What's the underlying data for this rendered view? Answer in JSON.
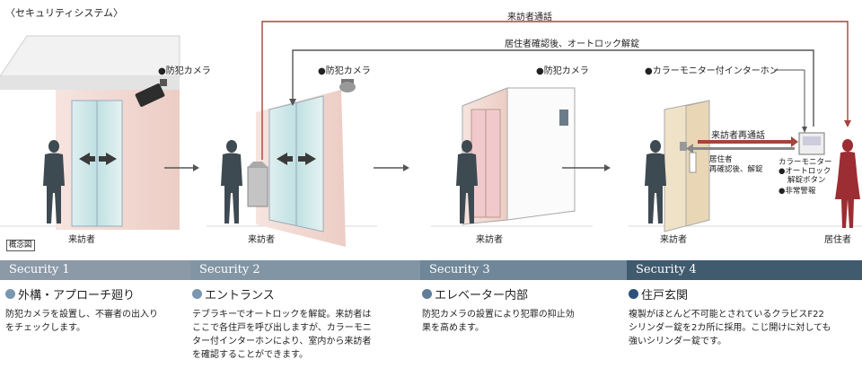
{
  "title": "〈セキュリティシステム〉",
  "concept_badge": "概念図",
  "camera_labels": [
    "●防犯カメラ",
    "●防犯カメラ",
    "●防犯カメラ"
  ],
  "intercom_label": "●カラーモニター付インターホン",
  "visitor_labels": [
    "来訪者",
    "来訪者",
    "来訪者",
    "来訪者"
  ],
  "resident_label": "居住者",
  "flows": {
    "call": "来訪者通話",
    "unlock": "居住者確認後、オートロック解錠",
    "recall": "来訪者再通話",
    "resident_unlock_1": "居住者",
    "resident_unlock_2": "再確認後、解錠"
  },
  "monitor": {
    "title": "カラーモニター",
    "item1a": "●オートロック",
    "item1b": "解錠ボタン",
    "item2": "●非常警報"
  },
  "colors": {
    "band1": "#8c9aa8",
    "band2": "#8295a4",
    "band3": "#6f8799",
    "band4": "#405a6e",
    "dot1": "#7b96b0",
    "dot2": "#7b96b0",
    "dot3": "#5f7d98",
    "dot4": "#2d5278",
    "arrow_red": "#a5443a",
    "arrow_gray": "#555"
  },
  "sections": [
    {
      "band": "Security 1",
      "heading": "外構・アプローチ廻り",
      "lines": [
        "防犯カメラを設置し、不審者の出入り",
        "をチェックします。"
      ]
    },
    {
      "band": "Security 2",
      "heading": "エントランス",
      "lines": [
        "テブラキーでオートロックを解錠。来訪者は",
        "ここで各住戸を呼び出しますが、カラーモニ",
        "ター付インターホンにより、室内から来訪者",
        "を確認することができます。"
      ]
    },
    {
      "band": "Security 3",
      "heading": "エレベーター内部",
      "lines": [
        "防犯カメラの設置により犯罪の抑止効",
        "果を高めます。"
      ]
    },
    {
      "band": "Security 4",
      "heading": "住戸玄関",
      "lines": [
        "複製がほとんど不可能とされているクラビスF22",
        "シリンダー錠を2カ所に採用。こじ開けに対しても",
        "強いシリンダー錠です。"
      ]
    }
  ]
}
